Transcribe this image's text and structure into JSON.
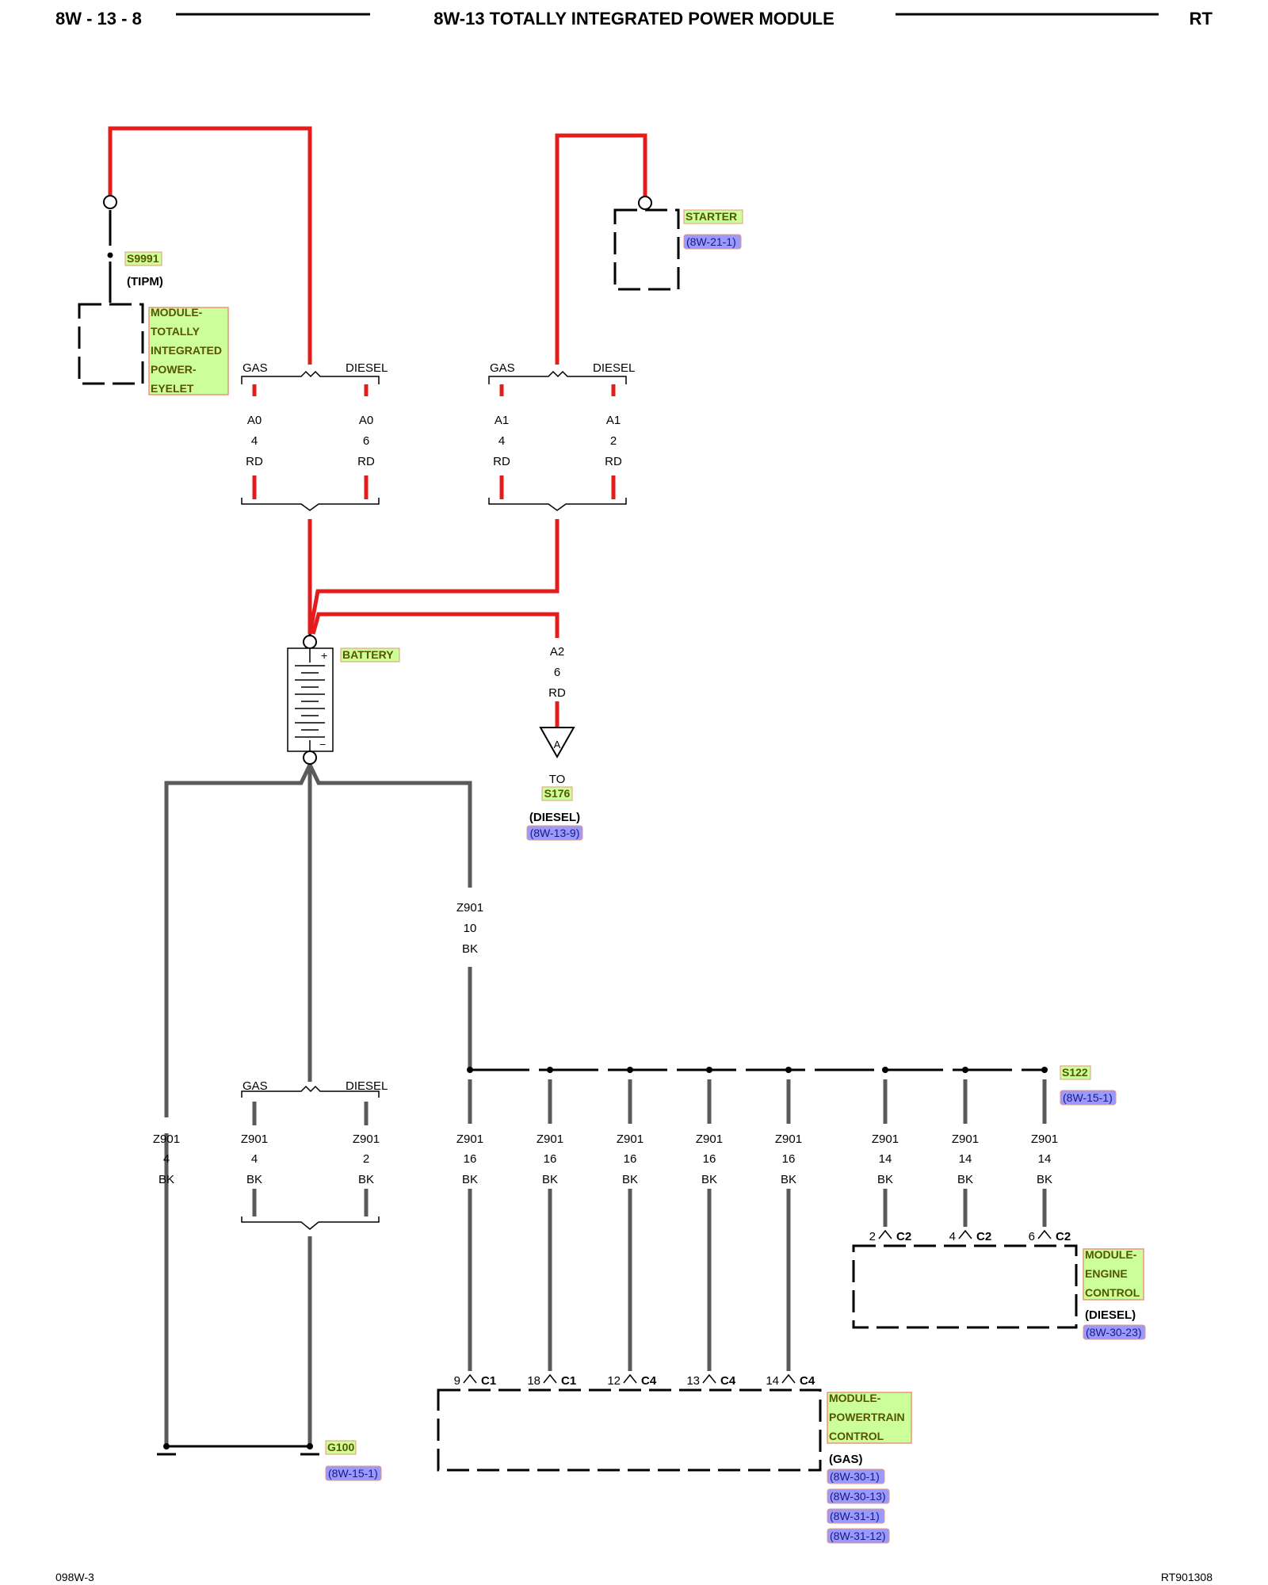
{
  "header": {
    "page_ref": "8W - 13 - 8",
    "title": "8W-13 TOTALLY INTEGRATED POWER MODULE",
    "model": "RT"
  },
  "footer": {
    "left": "098W-3",
    "right": "RT901308"
  },
  "colors": {
    "power_wire": "#e41c1c",
    "ground_wire": "#5a5a5a",
    "component_fill": "#ccff99",
    "component_border": "#e8967a",
    "splice_fill": "#ccff99",
    "ref_fill": "#9999ff"
  },
  "components": {
    "tipm": {
      "splice": "S9991",
      "note": "(TIPM)",
      "name_lines": [
        "MODULE-",
        "TOTALLY",
        "INTEGRATED",
        "POWER-",
        "EYELET"
      ]
    },
    "starter": {
      "name": "STARTER",
      "ref": "(8W-21-1)"
    },
    "battery": {
      "name": "BATTERY",
      "plus": "+",
      "minus": "−"
    },
    "to_s176": {
      "to": "TO",
      "splice": "S176",
      "connector": "A",
      "note": "(DIESEL)",
      "ref": "(8W-13-9)"
    },
    "s122": {
      "name": "S122",
      "ref": "(8W-15-1)"
    },
    "g100": {
      "name": "G100",
      "ref": "(8W-15-1)"
    },
    "ecm": {
      "name_lines": [
        "MODULE-",
        "ENGINE",
        "CONTROL"
      ],
      "note": "(DIESEL)",
      "ref": "(8W-30-23)"
    },
    "pcm": {
      "name_lines": [
        "MODULE-",
        "POWERTRAIN",
        "CONTROL"
      ],
      "note": "(GAS)",
      "refs": [
        "(8W-30-1)",
        "(8W-30-13)",
        "(8W-31-1)",
        "(8W-31-12)"
      ]
    }
  },
  "variants": {
    "gas": "GAS",
    "diesel": "DIESEL"
  },
  "wires": {
    "a0_gas": [
      "A0",
      "4",
      "RD"
    ],
    "a0_diesel": [
      "A0",
      "6",
      "RD"
    ],
    "a1_gas": [
      "A1",
      "4",
      "RD"
    ],
    "a1_diesel": [
      "A1",
      "2",
      "RD"
    ],
    "a2": [
      "A2",
      "6",
      "RD"
    ],
    "z901_main": [
      "Z901",
      "10",
      "BK"
    ],
    "z901_left": [
      "Z901",
      "4",
      "BK"
    ],
    "z901_gas": [
      "Z901",
      "4",
      "BK"
    ],
    "z901_diesel": [
      "Z901",
      "2",
      "BK"
    ],
    "bus": [
      [
        "Z901",
        "16",
        "BK"
      ],
      [
        "Z901",
        "16",
        "BK"
      ],
      [
        "Z901",
        "16",
        "BK"
      ],
      [
        "Z901",
        "16",
        "BK"
      ],
      [
        "Z901",
        "16",
        "BK"
      ],
      [
        "Z901",
        "14",
        "BK"
      ],
      [
        "Z901",
        "14",
        "BK"
      ],
      [
        "Z901",
        "14",
        "BK"
      ]
    ]
  },
  "pins": {
    "pcm": [
      {
        "pin": "9",
        "conn": "C1"
      },
      {
        "pin": "18",
        "conn": "C1"
      },
      {
        "pin": "12",
        "conn": "C4"
      },
      {
        "pin": "13",
        "conn": "C4"
      },
      {
        "pin": "14",
        "conn": "C4"
      }
    ],
    "ecm": [
      {
        "pin": "2",
        "conn": "C2"
      },
      {
        "pin": "4",
        "conn": "C2"
      },
      {
        "pin": "6",
        "conn": "C2"
      }
    ]
  }
}
